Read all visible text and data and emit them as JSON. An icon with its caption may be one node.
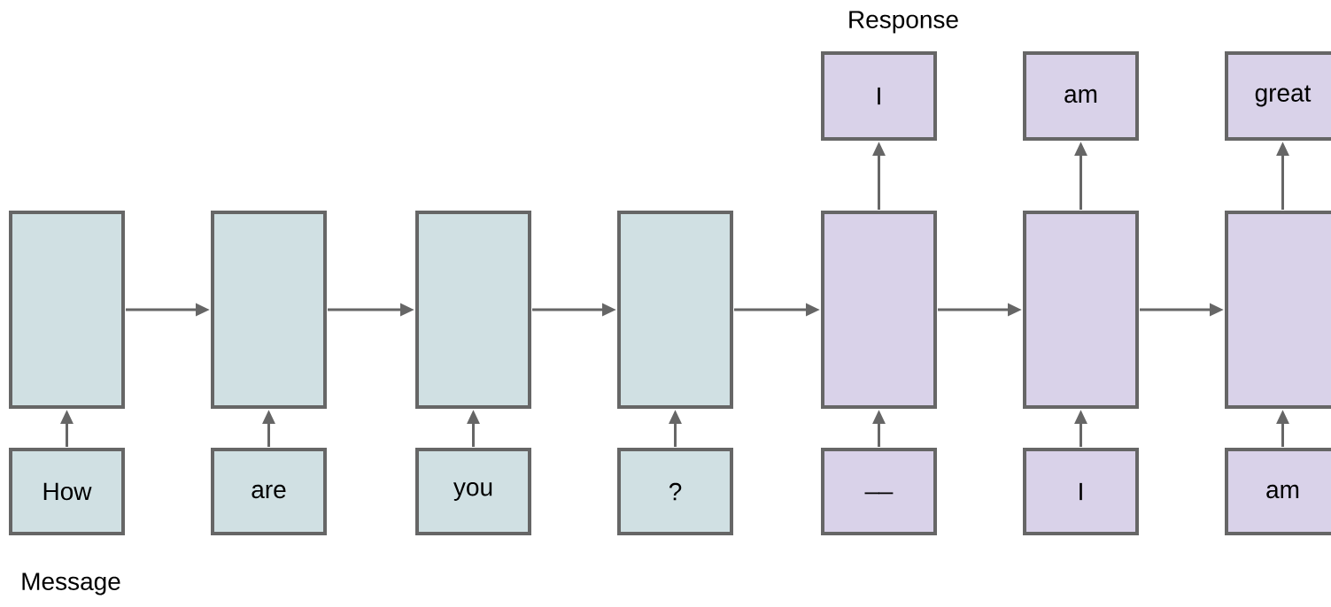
{
  "diagram": {
    "nodes": [
      {
        "text": [
          "I"
        ]
      },
      {
        "text": [
          "am"
        ]
      },
      {
        "text": [
          "great"
        ]
      },
      {
        "text": [],
        "shape": "box"
      },
      {
        "text": [],
        "shape": "box"
      },
      {
        "text": [],
        "shape": "box"
      },
      {
        "text": [],
        "shape": "box"
      },
      {
        "text": [],
        "shape": "box"
      },
      {
        "text": [],
        "shape": "box"
      },
      {
        "text": [],
        "shape": "box"
      },
      {
        "text": [
          "How"
        ]
      },
      {
        "text": [
          "are"
        ]
      },
      {
        "text": [
          "you"
        ]
      },
      {
        "text": [
          "?"
        ]
      },
      {
        "text": [
          "__"
        ]
      },
      {
        "text": [
          "I"
        ]
      },
      {
        "text": [
          "am"
        ]
      }
    ],
    "edges": [
      {
        "from": 3,
        "to": 4,
        "arrow": "to"
      },
      {
        "from": 4,
        "to": 5,
        "arrow": "to"
      },
      {
        "from": 5,
        "to": 6,
        "arrow": "to"
      },
      {
        "from": 6,
        "to": 7,
        "arrow": "to"
      },
      {
        "from": 7,
        "to": 8,
        "arrow": "to"
      },
      {
        "from": 8,
        "to": 9,
        "arrow": "to"
      },
      {
        "from": 10,
        "to": 3,
        "arrow": "to"
      },
      {
        "from": 11,
        "to": 4,
        "arrow": "to"
      },
      {
        "from": 12,
        "to": 5,
        "arrow": "to"
      },
      {
        "from": 13,
        "to": 6,
        "arrow": "to"
      },
      {
        "from": 14,
        "to": 7,
        "arrow": "to"
      },
      {
        "from": 15,
        "to": 8,
        "arrow": "to"
      },
      {
        "from": 16,
        "to": 9,
        "arrow": "to"
      },
      {
        "from": 7,
        "to": 0,
        "arrow": "to"
      },
      {
        "from": 8,
        "to": 1,
        "arrow": "to"
      },
      {
        "from": 9,
        "to": 2,
        "arrow": "to"
      }
    ],
    "labels": [
      "Response",
      "Message"
    ]
  }
}
